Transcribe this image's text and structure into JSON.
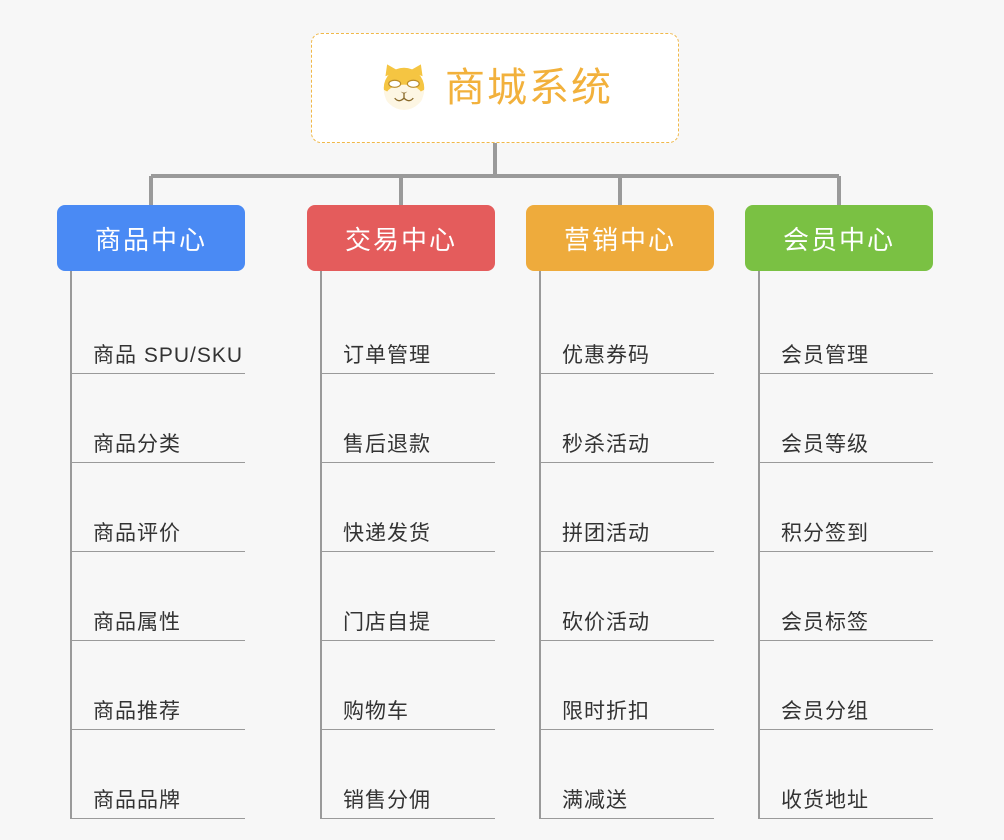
{
  "root": {
    "title": "商城系统",
    "icon": "shiba-dog-emoji",
    "border_color": "#f0b849",
    "text_color": "#f2b13c",
    "background": "#ffffff"
  },
  "canvas": {
    "background": "#f7f7f7",
    "connector_color": "#9a9a9a"
  },
  "categories": [
    {
      "label": "商品中心",
      "color": "#4a8af4",
      "items": [
        "商品 SPU/SKU",
        "商品分类",
        "商品评价",
        "商品属性",
        "商品推荐",
        "商品品牌"
      ]
    },
    {
      "label": "交易中心",
      "color": "#e45c5c",
      "items": [
        "订单管理",
        "售后退款",
        "快递发货",
        "门店自提",
        "购物车",
        "销售分佣"
      ]
    },
    {
      "label": "营销中心",
      "color": "#eeab3c",
      "items": [
        "优惠券码",
        "秒杀活动",
        "拼团活动",
        "砍价活动",
        "限时折扣",
        "满减送"
      ]
    },
    {
      "label": "会员中心",
      "color": "#7ac143",
      "items": [
        "会员管理",
        "会员等级",
        "积分签到",
        "会员标签",
        "会员分组",
        "收货地址"
      ]
    }
  ]
}
